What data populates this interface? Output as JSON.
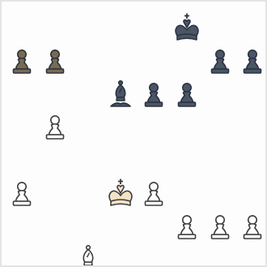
{
  "board": {
    "orientation": "white-bottom",
    "squares_visible": "8x8",
    "board_color": "#fdfdfd"
  },
  "colors": {
    "dark_piece_fill": "#4a5565",
    "dark_piece_stroke": "#2b3340",
    "dark_pawn_left_fill": "#7a6a52",
    "light_piece_fill": "#ffffff",
    "light_piece_stroke": "#3c3c3c",
    "white_king_fill": "#f3e3c6"
  },
  "pieces": [
    {
      "id": "black-king-f8",
      "type": "king",
      "color": "black",
      "square": "f8"
    },
    {
      "id": "black-pawn-a7",
      "type": "pawn",
      "color": "black",
      "square": "a7",
      "tint": "brown"
    },
    {
      "id": "black-pawn-b7",
      "type": "pawn",
      "color": "black",
      "square": "b7",
      "tint": "brown"
    },
    {
      "id": "black-pawn-g7",
      "type": "pawn",
      "color": "black",
      "square": "g7"
    },
    {
      "id": "black-pawn-h7",
      "type": "pawn",
      "color": "black",
      "square": "h7"
    },
    {
      "id": "black-bishop-d6",
      "type": "bishop",
      "color": "black",
      "square": "d6"
    },
    {
      "id": "black-pawn-e6",
      "type": "pawn",
      "color": "black",
      "square": "e6"
    },
    {
      "id": "black-pawn-f6",
      "type": "pawn",
      "color": "black",
      "square": "f6"
    },
    {
      "id": "white-pawn-b5",
      "type": "pawn",
      "color": "white",
      "square": "b5"
    },
    {
      "id": "white-pawn-a3",
      "type": "pawn",
      "color": "white",
      "square": "a3"
    },
    {
      "id": "white-king-d3",
      "type": "king",
      "color": "white",
      "square": "d3"
    },
    {
      "id": "white-pawn-e3",
      "type": "pawn",
      "color": "white",
      "square": "e3"
    },
    {
      "id": "white-pawn-f2",
      "type": "pawn",
      "color": "white",
      "square": "f2"
    },
    {
      "id": "white-pawn-g2",
      "type": "pawn",
      "color": "white",
      "square": "g2"
    },
    {
      "id": "white-pawn-h2",
      "type": "pawn",
      "color": "white",
      "square": "h2"
    },
    {
      "id": "white-bishop-c1",
      "type": "bishop",
      "color": "white",
      "square": "c1"
    }
  ]
}
